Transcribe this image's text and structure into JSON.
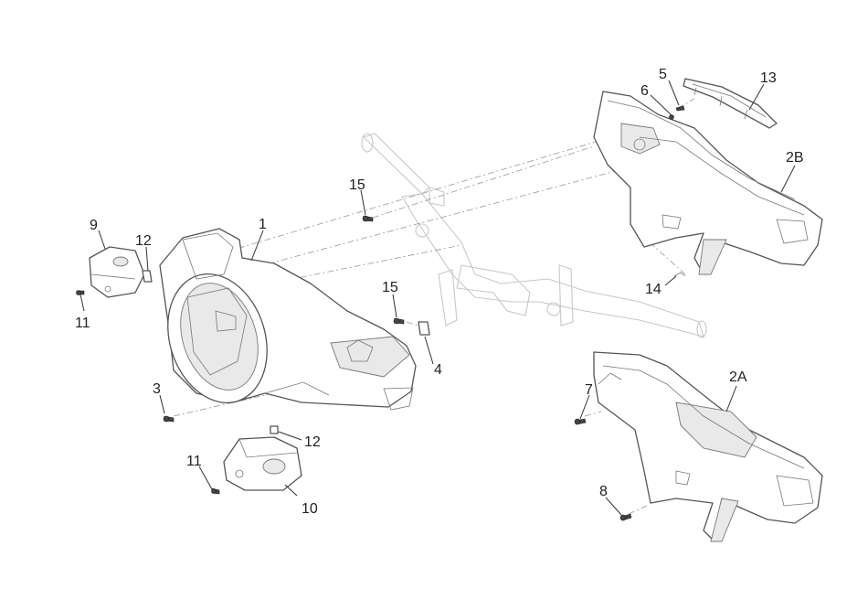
{
  "diagram": {
    "callouts": [
      {
        "id": "1",
        "text": "1"
      },
      {
        "id": "2A",
        "text": "2A"
      },
      {
        "id": "2B",
        "text": "2B"
      },
      {
        "id": "3",
        "text": "3"
      },
      {
        "id": "4",
        "text": "4"
      },
      {
        "id": "5",
        "text": "5"
      },
      {
        "id": "6",
        "text": "6"
      },
      {
        "id": "7",
        "text": "7"
      },
      {
        "id": "8",
        "text": "8"
      },
      {
        "id": "9",
        "text": "9"
      },
      {
        "id": "10",
        "text": "10"
      },
      {
        "id": "11a",
        "text": "11"
      },
      {
        "id": "11b",
        "text": "11"
      },
      {
        "id": "12a",
        "text": "12"
      },
      {
        "id": "12b",
        "text": "12"
      },
      {
        "id": "13",
        "text": "13"
      },
      {
        "id": "14",
        "text": "14"
      },
      {
        "id": "15a",
        "text": "15"
      },
      {
        "id": "15b",
        "text": "15"
      }
    ]
  }
}
